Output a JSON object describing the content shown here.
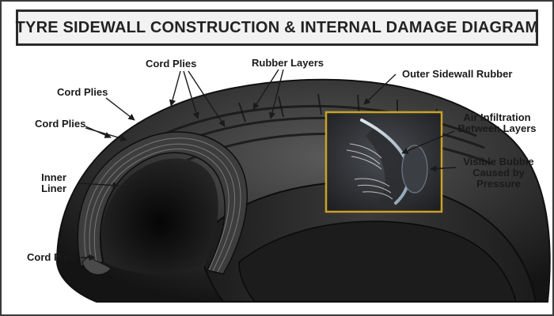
{
  "title": "TYRE SIDEWALL CONSTRUCTION & INTERNAL DAMAGE DIAGRAM",
  "labels": {
    "cord_plies_top": "Cord Plies",
    "rubber_layers": "Rubber Layers",
    "outer_sidewall_rubber": "Outer Sidewall Rubber",
    "cord_plies_left_upper": "Cord Plies",
    "cord_plies_left_lower": "Cord Plies",
    "inner_liner_line1": "Inner",
    "inner_liner_line2": "Liner",
    "cord_plies_bottom": "Cord Ples",
    "air_infiltration_line1": "Air Infiltration",
    "air_infiltration_line2": "Between Layers",
    "bubble_line1": "Visible Bubble",
    "bubble_line2": "Caused by",
    "bubble_line3": "Pressure"
  },
  "colors": {
    "rubber": "#2a2a2a",
    "inset_border": "#c9a227",
    "label_text": "#1a1a1a"
  }
}
